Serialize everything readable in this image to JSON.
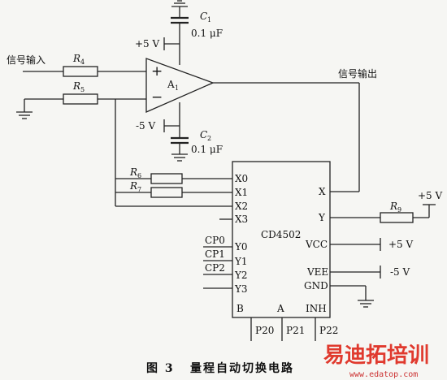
{
  "labels": {
    "input": "信号输入",
    "output": "信号输出",
    "plus5": "+5 V",
    "minus5": "-5 V",
    "opamp_letter": "A",
    "opamp_sub": "1",
    "plus_sign": "+",
    "minus_sign": "−"
  },
  "capacitors": {
    "c1": {
      "letter": "C",
      "sub": "1",
      "value": "0.1 μF"
    },
    "c2": {
      "letter": "C",
      "sub": "2",
      "value": "0.1 μF"
    }
  },
  "resistors": {
    "r4": {
      "letter": "R",
      "sub": "4"
    },
    "r5": {
      "letter": "R",
      "sub": "5"
    },
    "r6": {
      "letter": "R",
      "sub": "6"
    },
    "r7": {
      "letter": "R",
      "sub": "7"
    },
    "r9": {
      "letter": "R",
      "sub": "9"
    }
  },
  "chip": {
    "name": "CD4502",
    "pins_left": [
      "X0",
      "X1",
      "X2",
      "X3",
      "Y0",
      "Y1",
      "Y2",
      "Y3"
    ],
    "pins_right": [
      "X",
      "Y",
      "VCC",
      "VEE",
      "GND"
    ],
    "pins_bottom": [
      "B",
      "A",
      "INH"
    ],
    "port_bottom": [
      "P20",
      "P21",
      "P22"
    ],
    "cp_inputs": [
      "CP0",
      "CP1",
      "CP2"
    ],
    "vcc_supply": "+5 V",
    "vee_supply": "-5 V",
    "r9_supply": "+5 V"
  },
  "caption": {
    "figure": "图 3",
    "title": "量程自动切换电路"
  },
  "watermark": {
    "brand": "易迪拓培训",
    "url": "www.edatop.com"
  }
}
